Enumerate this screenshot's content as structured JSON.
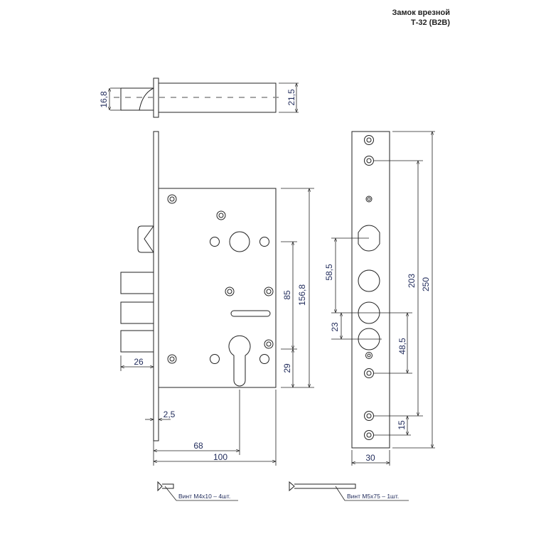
{
  "title": {
    "line1": "Замок врезной",
    "line2": "Т-32 (В2В)"
  },
  "dimensions": {
    "latch_height": "16,8",
    "body_thickness": "21,5",
    "body_height": "156,8",
    "handle_to_cylinder": "85",
    "cylinder_to_bottom": "29",
    "bolt_throw": "26",
    "faceplate_thickness": "2,5",
    "backset": "68",
    "body_depth": "100",
    "faceplate_length": "250",
    "screw_spacing": "203",
    "handle_to_bolt": "58,5",
    "bolt_spacing": "23",
    "bolt_to_screw": "48,5",
    "bottom_screws": "15",
    "faceplate_width": "30"
  },
  "screws": [
    {
      "label": "Винт М4х10 – 4шт."
    },
    {
      "label": "Винт М5х75 – 1шт."
    }
  ]
}
